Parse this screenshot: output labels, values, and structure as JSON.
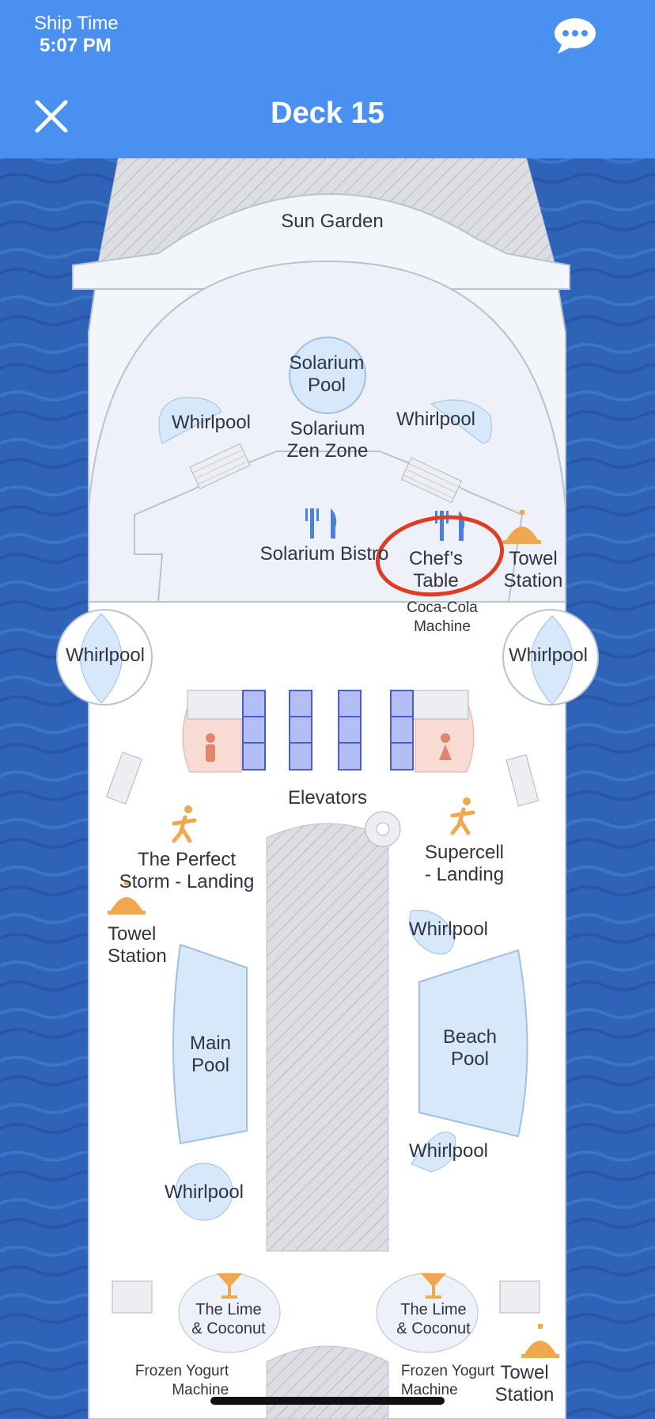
{
  "header": {
    "ship_time_label": "Ship Time",
    "ship_time_value": "5:07 PM",
    "title": "Deck 15",
    "close_icon": "close-icon",
    "chat_icon": "chat-bubble-icon"
  },
  "colors": {
    "header_bg": "#4a90f0",
    "sea": "#2f63b8",
    "deck": "#f2f5fa",
    "pool": "#d7e8fb",
    "elevator": "#b3bef5",
    "amenity_icon": "#f0a850",
    "dining_icon": "#4a80d8",
    "highlight": "#e03b24"
  },
  "map": {
    "sun_garden": "Sun Garden",
    "solarium_pool": "Solarium\nPool",
    "whirlpool": "Whirlpool",
    "solarium_zen_zone": "Solarium\nZen Zone",
    "solarium_bistro": "Solarium Bistro",
    "chefs_table": "Chef’s\nTable",
    "towel_station": "Towel\nStation",
    "coca_cola_machine": "Coca-Cola\nMachine",
    "elevators": "Elevators",
    "perfect_storm_landing": "The Perfect\nStorm - Landing",
    "supercell_landing": "Supercell\n- Landing",
    "main_pool": "Main\nPool",
    "beach_pool": "Beach\nPool",
    "lime_coconut": "The Lime\n& Coconut",
    "frozen_yogurt_machine": "Frozen Yogurt\nMachine"
  }
}
